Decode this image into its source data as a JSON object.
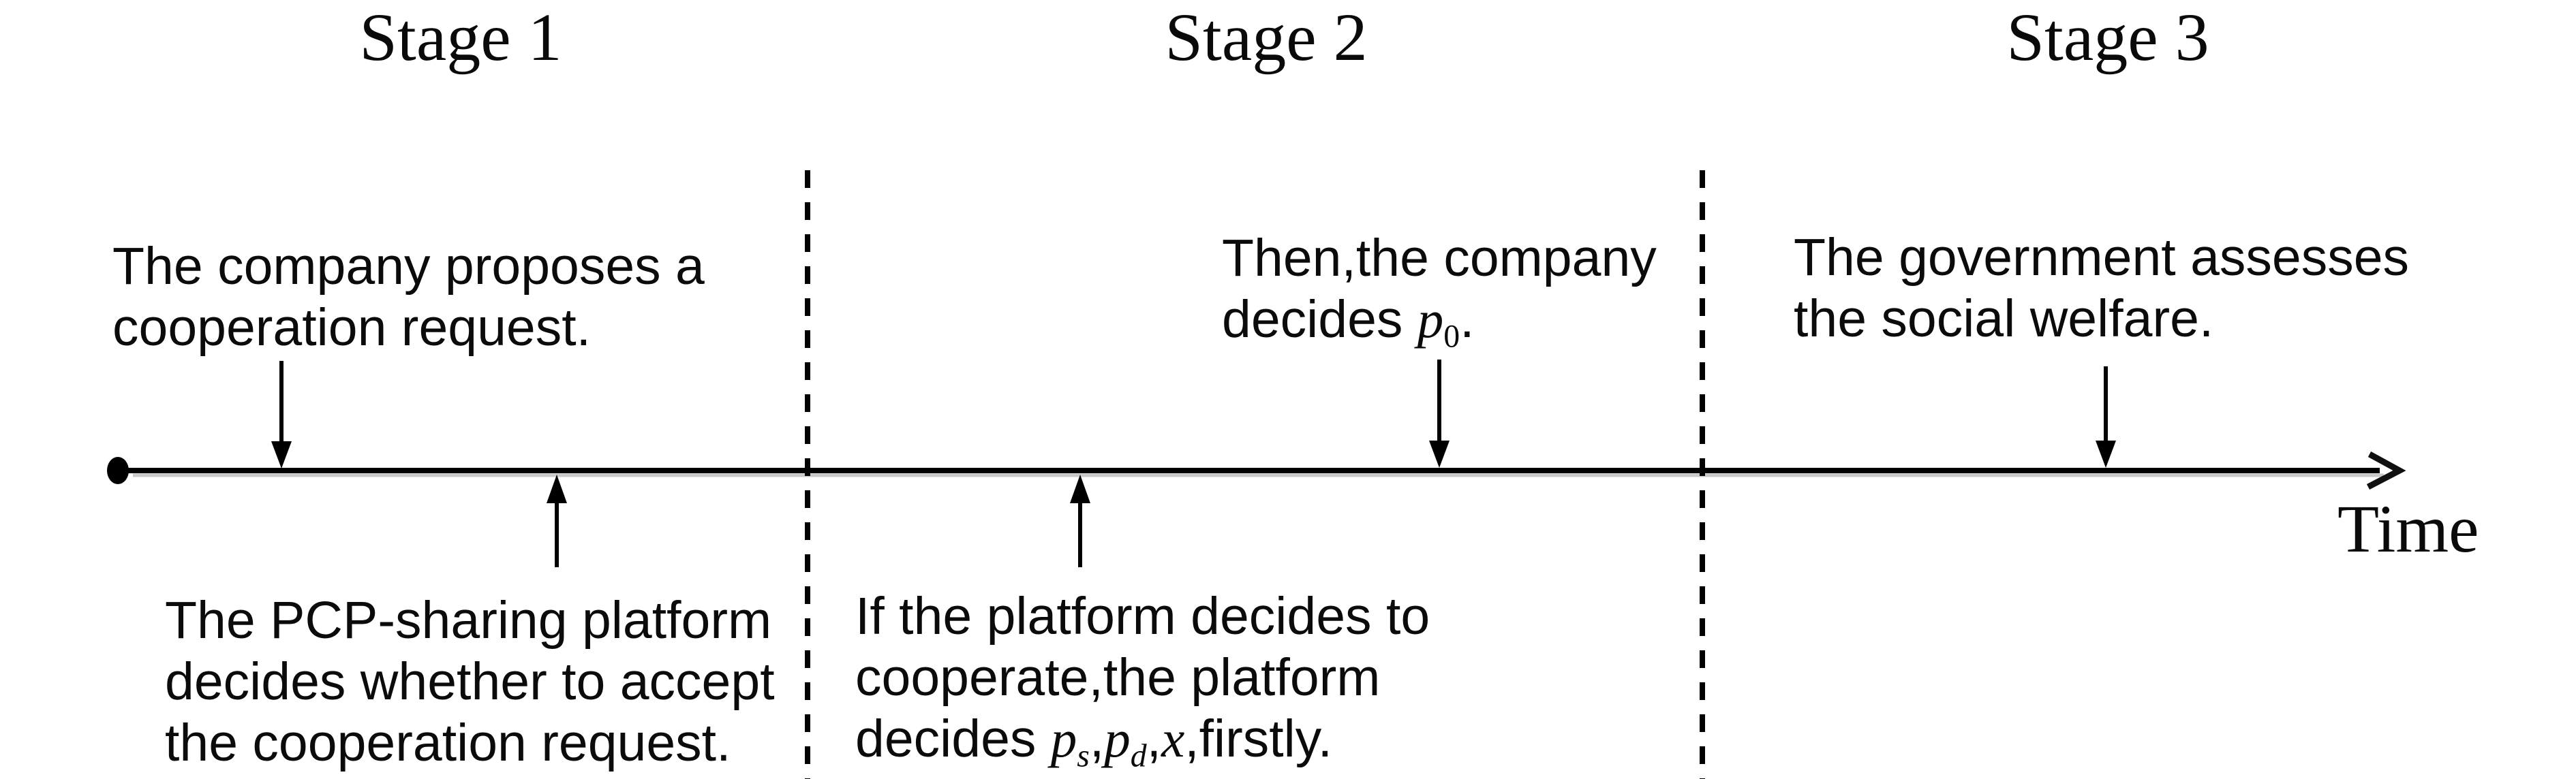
{
  "stages": [
    {
      "title": "Stage 1"
    },
    {
      "title": "Stage 2"
    },
    {
      "title": "Stage 3"
    }
  ],
  "annotations": {
    "company_proposes": {
      "line1": "The company proposes a",
      "line2": "cooperation request."
    },
    "platform_decides": {
      "line1": "The PCP-sharing platform",
      "line2": "decides whether to accept",
      "line3": "the cooperation request."
    },
    "if_cooperate": {
      "line1": "If the platform decides to",
      "line2": "cooperate,the platform",
      "line3_word": "decides ",
      "var1": "p",
      "var1_sub": "s",
      "sep1": ",",
      "var2": "p",
      "var2_sub": "d",
      "sep2": ",",
      "var3": "x",
      "line3_tail": ",firstly."
    },
    "then_company": {
      "line1": "Then,the company",
      "line2_word": "decides ",
      "var": "p",
      "var_sub": "0",
      "line2_tail": "."
    },
    "government": {
      "line1": "The government assesses",
      "line2": "the social welfare."
    }
  },
  "time_label": "Time",
  "colors": {
    "axis": "#000000",
    "axis_shadow": "#c8c8c8",
    "text": "#0b0b0b",
    "background": "#ffffff"
  }
}
